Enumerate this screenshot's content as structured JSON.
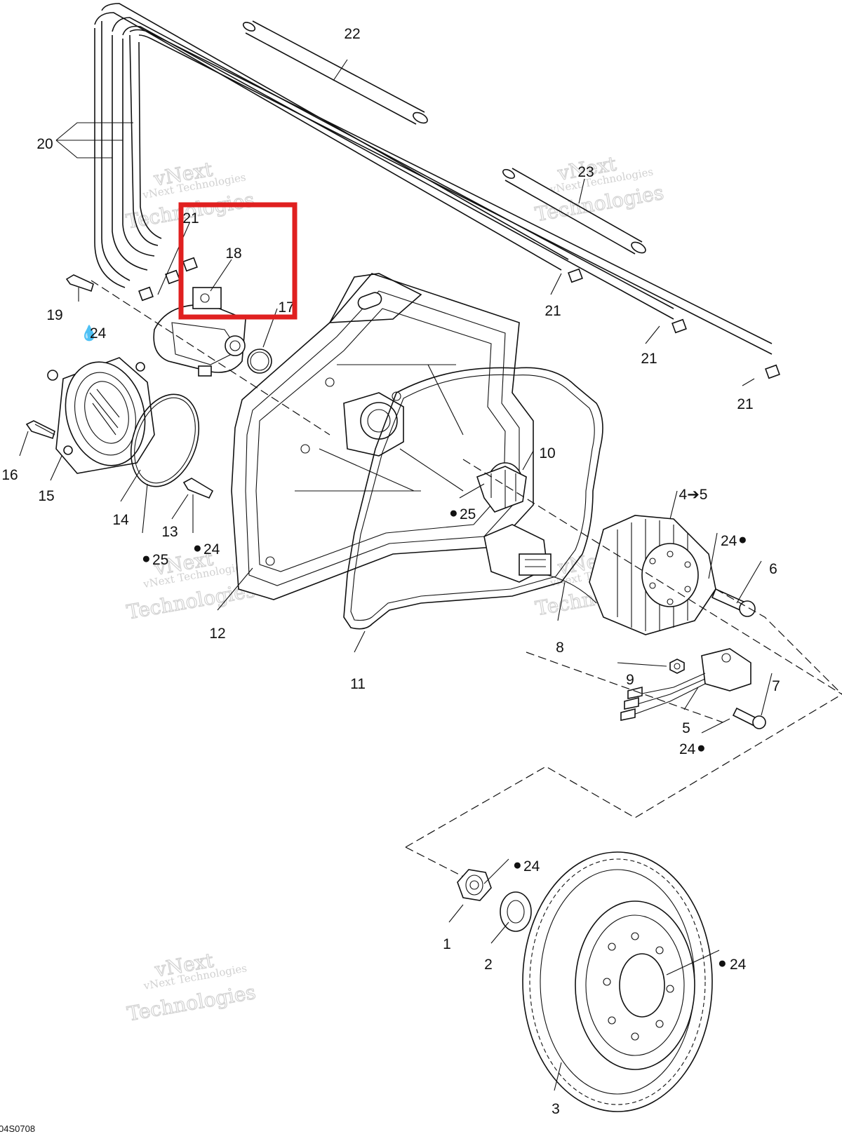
{
  "diagram": {
    "code": "04S0708",
    "watermark": {
      "line1": "vNext",
      "line2": "vNext Technologies",
      "line3": "Technologies"
    },
    "labels": {
      "p1": "1",
      "p2": "2",
      "p3": "3",
      "p4": "4➔5",
      "p5": "5",
      "p6": "6",
      "p7": "7",
      "p8": "8",
      "p9": "9",
      "p10": "10",
      "p11": "11",
      "p12": "12",
      "p13": "13",
      "p14": "14",
      "p15": "15",
      "p16": "16",
      "p17": "17",
      "p18": "18",
      "p19": "19",
      "p20": "20",
      "p21": "21",
      "p22": "22",
      "p23": "23",
      "n24": "24",
      "n25": "25"
    },
    "highlight_color": "#e02020"
  }
}
